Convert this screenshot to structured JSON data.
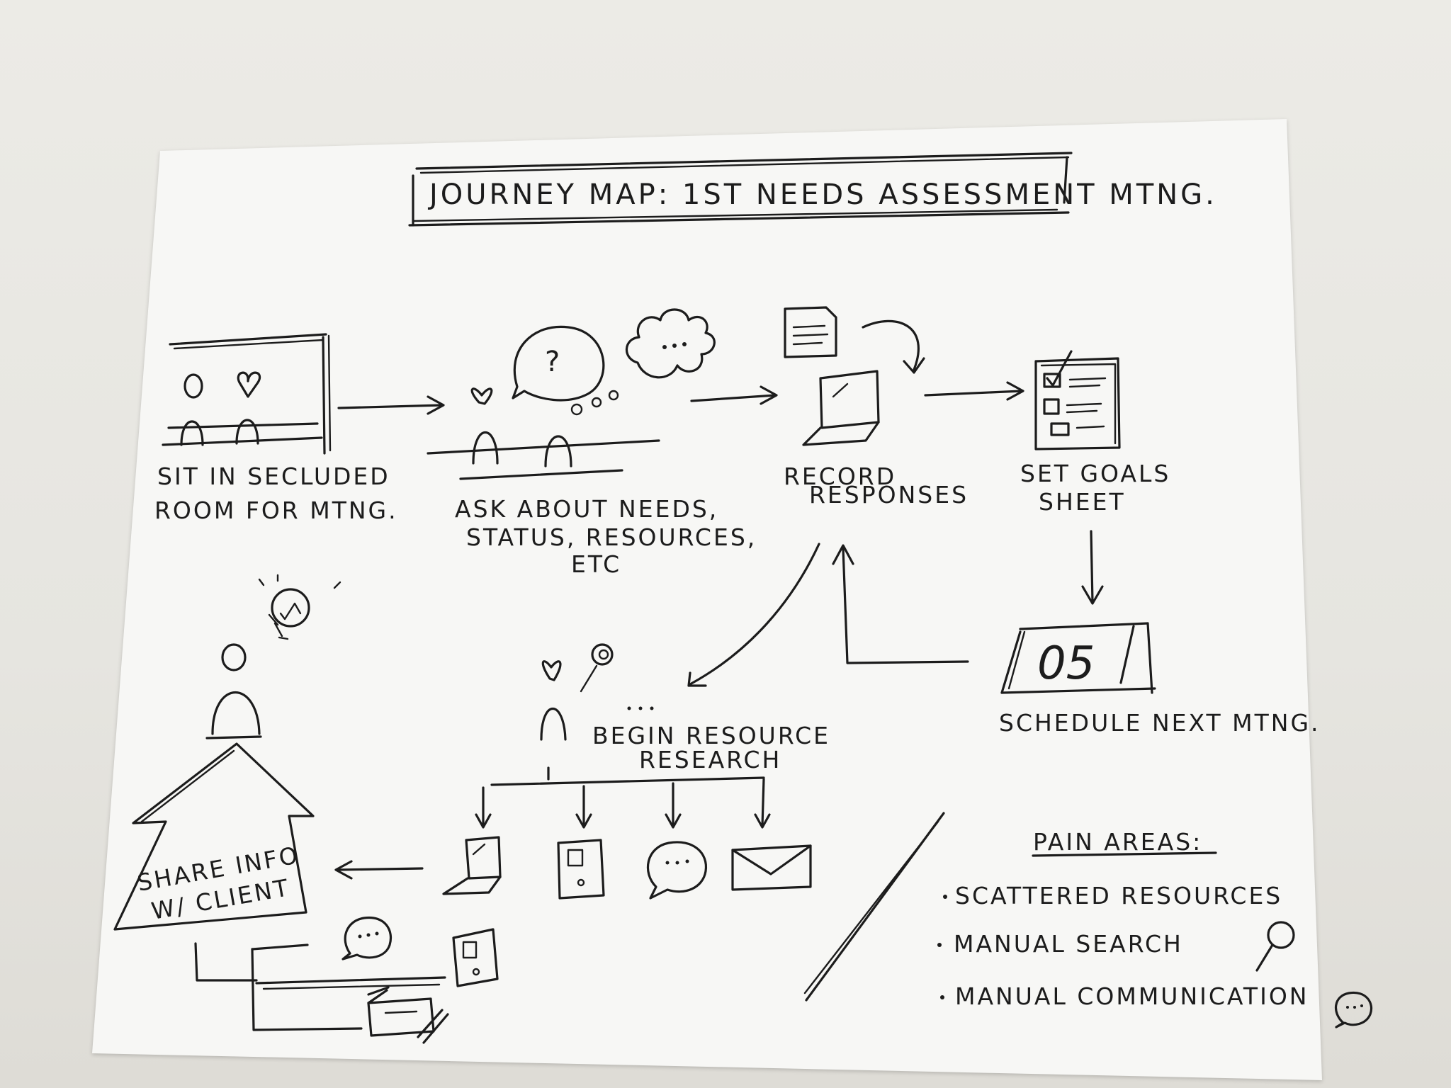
{
  "title": "JOURNEY MAP: 1ST NEEDS ASSESSMENT MTNG.",
  "steps": {
    "sit": {
      "line1": "SIT IN SECLUDED",
      "line2": "ROOM FOR MTNG."
    },
    "ask": {
      "line1": "ASK ABOUT NEEDS,",
      "line2": "STATUS, RESOURCES,",
      "line3": "ETC"
    },
    "record": {
      "line1": "RECORD",
      "line2": "RESPONSES"
    },
    "goals": {
      "line1": "SET GOALS",
      "line2": "SHEET"
    },
    "schedule": {
      "label": "SCHEDULE NEXT MTNG.",
      "date_number": "05"
    },
    "research": {
      "line1": "BEGIN RESOURCE",
      "line2": "RESEARCH"
    },
    "share": {
      "line1": "SHARE INFO",
      "line2": "W/ CLIENT"
    }
  },
  "question_mark": "?",
  "pain_areas": {
    "heading": "PAIN AREAS:",
    "items": [
      "SCATTERED RESOURCES",
      "MANUAL SEARCH",
      "MANUAL COMMUNICATION"
    ]
  },
  "icons": [
    "couple-in-room-icon",
    "thought-cloud-icon",
    "laptop-icon",
    "document-icon",
    "checklist-icon",
    "calendar-icon",
    "lightbulb-icon",
    "tablet-icon",
    "chat-bubble-icon",
    "envelope-icon",
    "magnifier-icon",
    "house-arrow-icon"
  ]
}
